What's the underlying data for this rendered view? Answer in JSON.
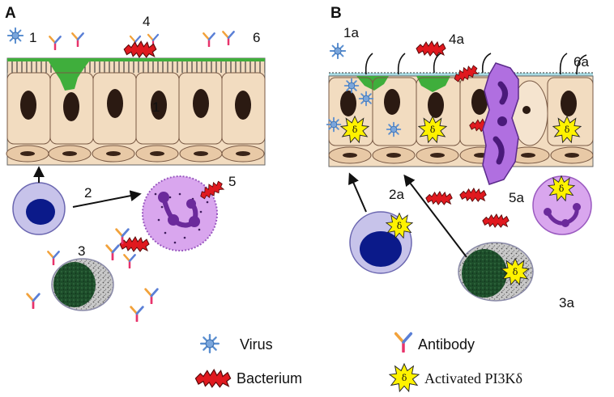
{
  "panels": {
    "a": "A",
    "b": "B"
  },
  "labels_a": {
    "l1": "1",
    "l1b": "1",
    "l2": "2",
    "l3": "3",
    "l4": "4",
    "l5": "5",
    "l6": "6"
  },
  "labels_b": {
    "l1a": "1a",
    "l2a": "2a",
    "l3a": "3a",
    "l4a": "4a",
    "l5a": "5a",
    "l6a": "6a"
  },
  "legend": {
    "virus": "Virus",
    "antibody": "Antibody",
    "bacterium": "Bacterium",
    "pi3k": "Activated PI3Kδ"
  },
  "delta_symbol": "δ",
  "colors": {
    "cell_fill": "#f2dcc0",
    "nucleus": "#2b1a12",
    "mucus": "#3fae3c",
    "lumen": "#a9dbe3",
    "bacterium": "#e0191f",
    "virus": "#5b8fd0",
    "pi3k": "#fff200",
    "neutrophil": "#d9a6ee",
    "lobe": "#6b2a9b",
    "bcell": "#0b1a8a",
    "plasma_nucleus": "#1d4d2a"
  }
}
